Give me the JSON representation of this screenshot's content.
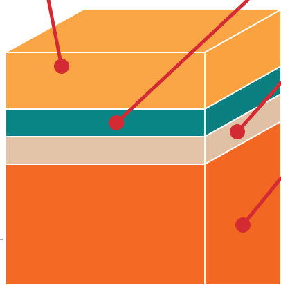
{
  "diagram": {
    "layers": [
      {
        "id": "top-layer",
        "front_color": "#FBA646",
        "side_color": "#F9A23F",
        "top_color": "#FBA646"
      },
      {
        "id": "teal-layer",
        "front_color": "#0A8585",
        "side_color": "#0B7F80"
      },
      {
        "id": "beige-layer",
        "front_color": "#E3C4A8",
        "side_color": "#E0C1A6"
      },
      {
        "id": "bottom-layer",
        "front_color": "#F46A24",
        "side_color": "#F26722"
      }
    ],
    "edge_color": "#FFFFFF",
    "pointer_color": "#D42A34"
  }
}
